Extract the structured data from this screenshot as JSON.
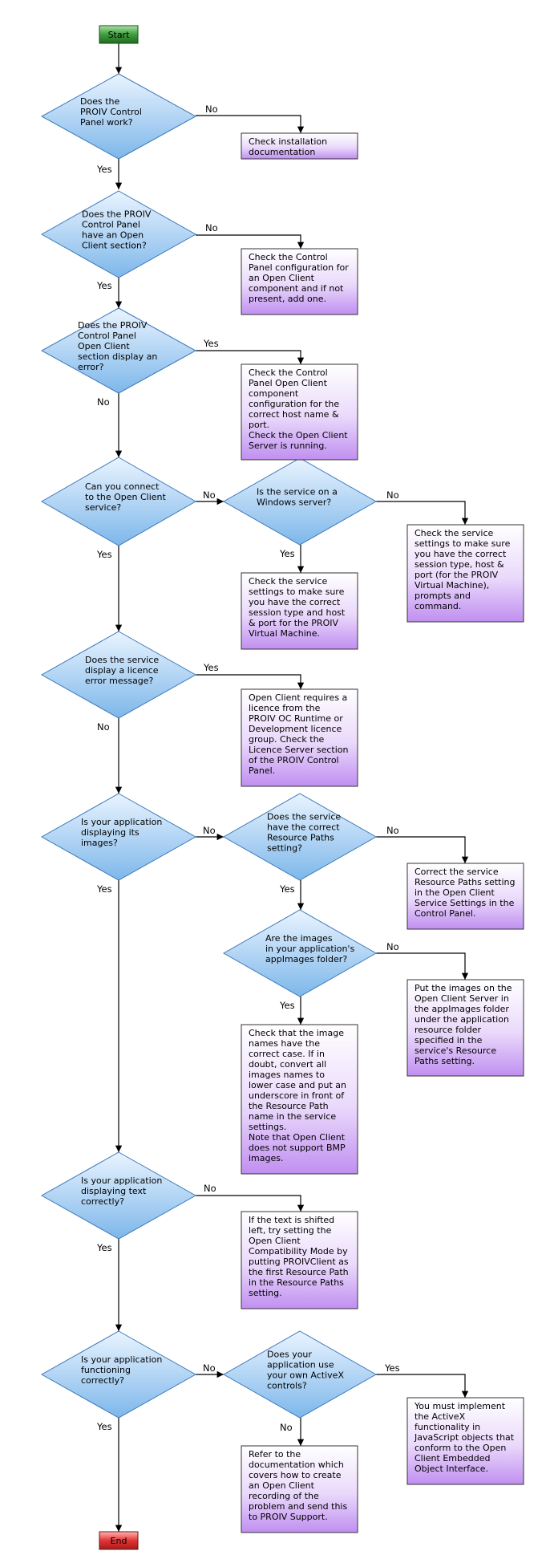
{
  "flowchart": {
    "terminals": [
      {
        "id": "start",
        "label": "Start",
        "color": "#3e9d3e"
      },
      {
        "id": "end",
        "label": "End",
        "color": "#e23434"
      }
    ],
    "decisions": [
      {
        "id": "d1",
        "lines": [
          "Does the",
          "PROIV Control",
          "Panel work?"
        ]
      },
      {
        "id": "d2",
        "lines": [
          "Does the PROIV",
          "Control Panel",
          "have an Open",
          "Client section?"
        ]
      },
      {
        "id": "d3",
        "lines": [
          "Does the PROIV",
          "Control Panel",
          "Open Client",
          "section display an",
          "error?"
        ]
      },
      {
        "id": "d4",
        "lines": [
          "Can you connect",
          "to the Open Client",
          "service?"
        ]
      },
      {
        "id": "d4b",
        "lines": [
          "Is the service on a",
          "Windows server?"
        ]
      },
      {
        "id": "d5",
        "lines": [
          "Does the service",
          "display a licence",
          "error message?"
        ]
      },
      {
        "id": "d6",
        "lines": [
          "Is your application",
          "displaying its",
          "images?"
        ]
      },
      {
        "id": "d6b",
        "lines": [
          "Does the service",
          "have the correct",
          "Resource Paths",
          "setting?"
        ]
      },
      {
        "id": "d6c",
        "lines": [
          "Are the images",
          "in your application's",
          "appImages folder?"
        ]
      },
      {
        "id": "d7",
        "lines": [
          "Is your application",
          "displaying text",
          "correctly?"
        ]
      },
      {
        "id": "d8",
        "lines": [
          "Is your application",
          "functioning",
          "correctly?"
        ]
      },
      {
        "id": "d8b",
        "lines": [
          "Does your",
          "application use",
          "your own ActiveX",
          "controls?"
        ]
      }
    ],
    "actions": [
      {
        "id": "a1",
        "lines": [
          "Check installation",
          "documentation"
        ]
      },
      {
        "id": "a2",
        "lines": [
          "Check the Control",
          "Panel configuration for",
          "an Open Client",
          "component and if not",
          "present, add one."
        ]
      },
      {
        "id": "a3",
        "lines": [
          "Check the Control",
          "Panel Open Client",
          "component",
          "configuration for the",
          "correct host name &",
          "port.",
          "Check the Open Client",
          "Server is running."
        ]
      },
      {
        "id": "a4a",
        "lines": [
          "Check the service",
          "settings to make sure",
          "you have the correct",
          "session type and host",
          "& port for the PROIV",
          "Virtual Machine."
        ]
      },
      {
        "id": "a4b",
        "lines": [
          "Check the service",
          "settings to make sure",
          "you have the correct",
          "session type, host &",
          "port (for the PROIV",
          "Virtual Machine),",
          "prompts and",
          "command."
        ]
      },
      {
        "id": "a5",
        "lines": [
          "Open Client requires a",
          "licence from the",
          "PROIV OC Runtime or",
          "Development licence",
          "group. Check the",
          "Licence Server section",
          "of the PROIV Control",
          "Panel."
        ]
      },
      {
        "id": "a6b",
        "lines": [
          "Correct the service",
          "Resource Paths setting",
          "in the Open Client",
          "Service Settings in the",
          "Control Panel."
        ]
      },
      {
        "id": "a6c",
        "lines": [
          "Put the images on the",
          "Open Client Server in",
          "the appImages folder",
          "under the application",
          "resource folder",
          "specified in the",
          "service's Resource",
          "Paths setting."
        ]
      },
      {
        "id": "a6d",
        "lines": [
          "Check that the image",
          "names have the",
          "correct case. If in",
          "doubt, convert all",
          "images names to",
          "lower case and put an",
          "underscore in front of",
          "the Resource Path",
          "name in the service",
          "settings.",
          "Note that Open Client",
          "does not support BMP",
          "images."
        ]
      },
      {
        "id": "a7",
        "lines": [
          "If the text is shifted",
          "left, try setting the",
          "Open Client",
          "Compatibility Mode by",
          "putting PROIVClient as",
          "the first Resource Path",
          "in the Resource Paths",
          "setting."
        ]
      },
      {
        "id": "a8a",
        "lines": [
          "Refer to the",
          "documentation which",
          "covers how to create",
          "an Open Client",
          "recording of the",
          "problem and send this",
          "to PROIV Support."
        ]
      },
      {
        "id": "a8b",
        "lines": [
          "You must implement",
          "the ActiveX",
          "functionality in",
          "JavaScript objects that",
          "conform to the Open",
          "Client Embedded",
          "Object Interface."
        ]
      }
    ],
    "edges": [
      {
        "id": "e-start-d1",
        "from": "start",
        "to": "d1"
      },
      {
        "id": "e-d1-a1",
        "from": "d1",
        "to": "a1",
        "label": "No"
      },
      {
        "id": "e-d1-d2",
        "from": "d1",
        "to": "d2",
        "label": "Yes"
      },
      {
        "id": "e-d2-a2",
        "from": "d2",
        "to": "a2",
        "label": "No"
      },
      {
        "id": "e-d2-d3",
        "from": "d2",
        "to": "d3",
        "label": "Yes"
      },
      {
        "id": "e-d3-a3",
        "from": "d3",
        "to": "a3",
        "label": "Yes"
      },
      {
        "id": "e-d3-d4",
        "from": "d3",
        "to": "d4",
        "label": "No"
      },
      {
        "id": "e-d4-d4b",
        "from": "d4",
        "to": "d4b",
        "label": "No"
      },
      {
        "id": "e-d4b-a4b",
        "from": "d4b",
        "to": "a4b",
        "label": "No"
      },
      {
        "id": "e-d4b-a4a",
        "from": "d4b",
        "to": "a4a",
        "label": "Yes"
      },
      {
        "id": "e-d4-d5",
        "from": "d4",
        "to": "d5",
        "label": "Yes"
      },
      {
        "id": "e-d5-a5",
        "from": "d5",
        "to": "a5",
        "label": "Yes"
      },
      {
        "id": "e-d5-d6",
        "from": "d5",
        "to": "d6",
        "label": "No"
      },
      {
        "id": "e-d6-d6b",
        "from": "d6",
        "to": "d6b",
        "label": "No"
      },
      {
        "id": "e-d6b-a6b",
        "from": "d6b",
        "to": "a6b",
        "label": "No"
      },
      {
        "id": "e-d6b-d6c",
        "from": "d6b",
        "to": "d6c",
        "label": "Yes"
      },
      {
        "id": "e-d6c-a6c",
        "from": "d6c",
        "to": "a6c",
        "label": "No"
      },
      {
        "id": "e-d6c-a6d",
        "from": "d6c",
        "to": "a6d",
        "label": "Yes"
      },
      {
        "id": "e-d6-d7",
        "from": "d6",
        "to": "d7",
        "label": "Yes"
      },
      {
        "id": "e-d7-a7",
        "from": "d7",
        "to": "a7",
        "label": "No"
      },
      {
        "id": "e-d7-d8",
        "from": "d7",
        "to": "d8",
        "label": "Yes"
      },
      {
        "id": "e-d8-d8b",
        "from": "d8",
        "to": "d8b",
        "label": "No"
      },
      {
        "id": "e-d8b-a8b",
        "from": "d8b",
        "to": "a8b",
        "label": "Yes"
      },
      {
        "id": "e-d8b-a8a",
        "from": "d8b",
        "to": "a8a",
        "label": "No"
      },
      {
        "id": "e-d8-end",
        "from": "d8",
        "to": "end",
        "label": "Yes"
      }
    ],
    "colors": {
      "decision_light": "#eaf4ff",
      "decision_dark": "#7db7ea",
      "decision_stroke": "#3d79b8",
      "action_light": "#ffffff",
      "action_dark": "#c08ff0",
      "action_stroke": "#333333"
    }
  }
}
